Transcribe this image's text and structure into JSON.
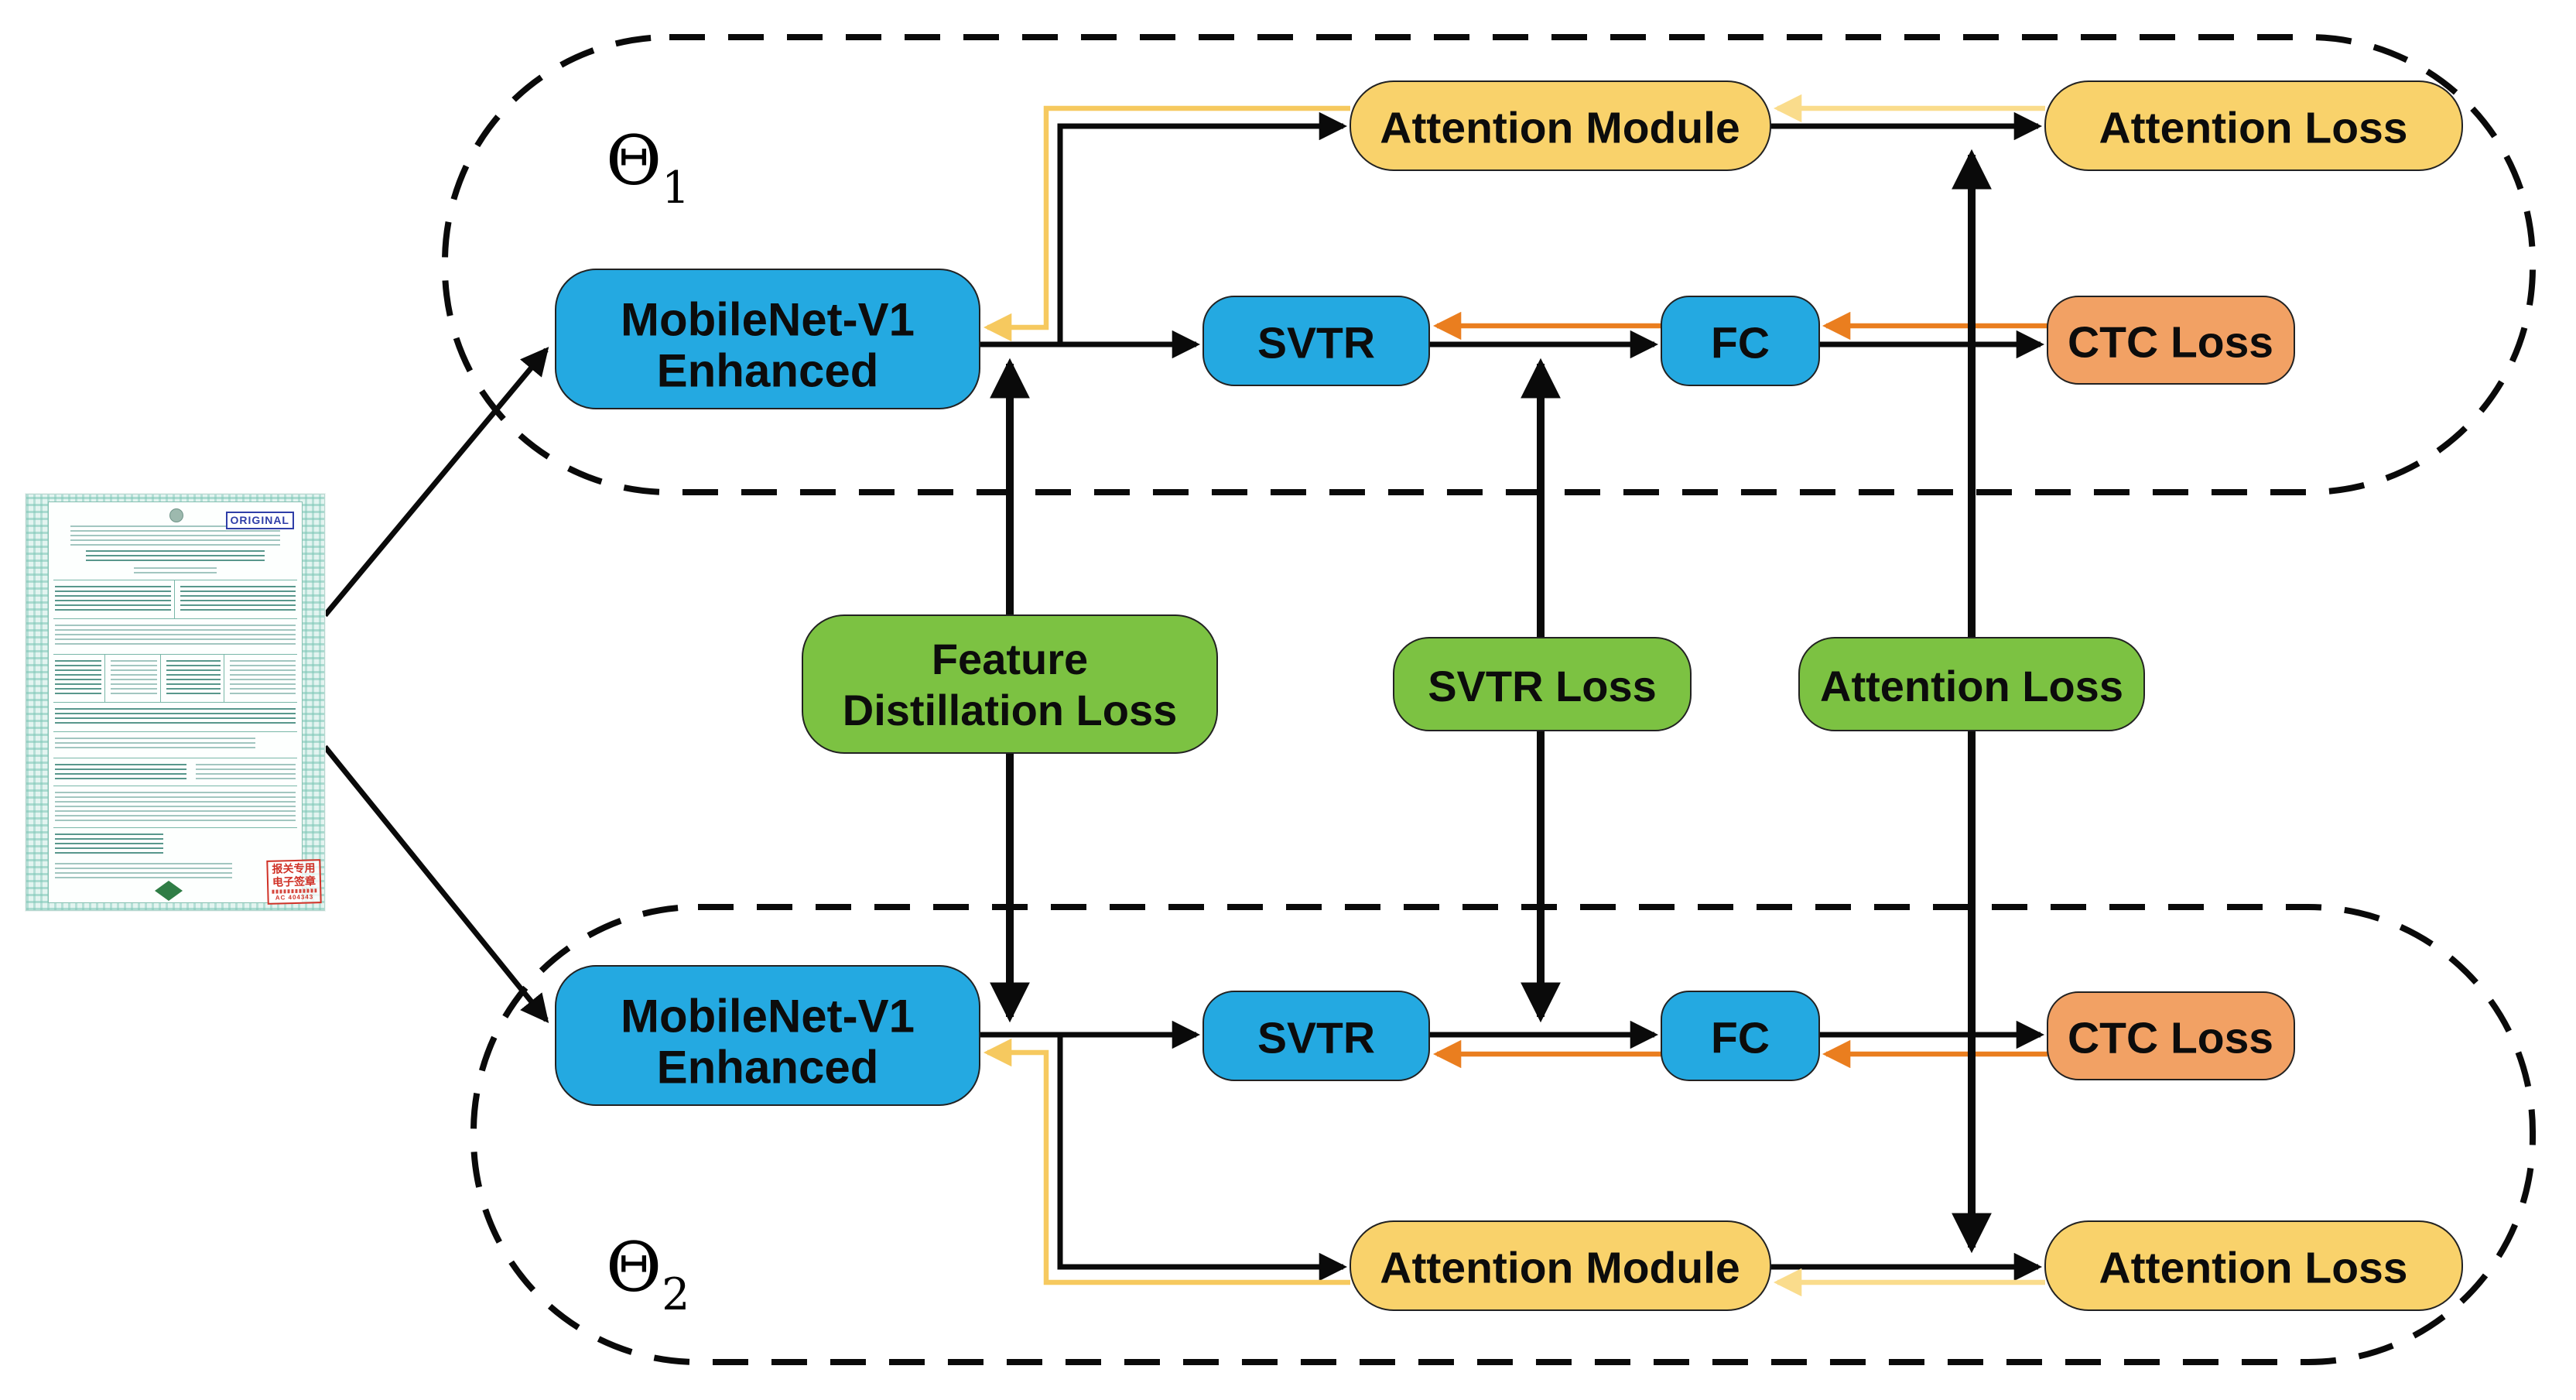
{
  "diagram": {
    "theta_top": {
      "symbol": "Θ",
      "subscript": "1"
    },
    "theta_bottom": {
      "symbol": "Θ",
      "subscript": "2"
    },
    "labels": {
      "mobilenet_line1": "MobileNet-V1",
      "mobilenet_line2": "Enhanced",
      "svtr": "SVTR",
      "fc": "FC",
      "ctc_loss": "CTC Loss",
      "attention_module": "Attention Module",
      "attention_loss": "Attention Loss",
      "feature_line1": "Feature",
      "feature_line2": "Distillation Loss",
      "svtr_loss": "SVTR Loss"
    },
    "colors": {
      "backbone_blue": "#24A9E1",
      "attention_yellow": "#F9D26B",
      "loss_green": "#7CC242",
      "ctc_orange": "#F2A164",
      "arrow_black": "#0A0A0A",
      "arrow_orange": "#EA7E1F",
      "arrow_gold": "#F6C95F",
      "arrow_pale_yellow": "#FADC8C"
    }
  },
  "document": {
    "stamp_original": "ORIGINAL",
    "red_seal_line1": "报关专用",
    "red_seal_line2": "电子签章",
    "red_seal_code": "AC 404343"
  }
}
